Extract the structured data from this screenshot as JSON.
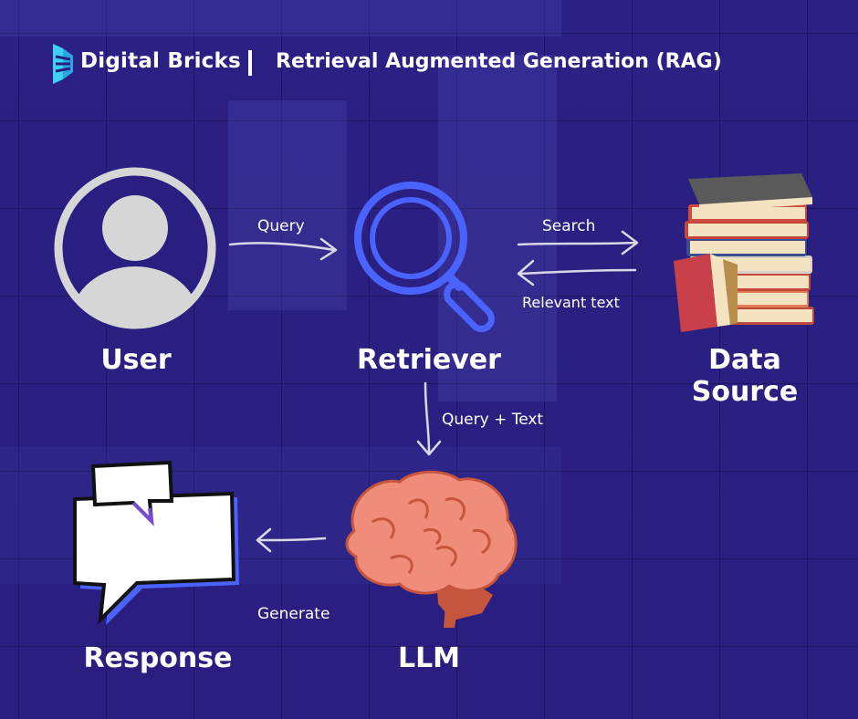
{
  "header": {
    "brand": "Digital Bricks",
    "title": "Retrieval Augmented Generation (RAG)"
  },
  "nodes": {
    "user": "User",
    "retriever": "Retriever",
    "data_source": "Data Source",
    "llm": "LLM",
    "response": "Response"
  },
  "edges": {
    "query": "Query",
    "search": "Search",
    "relevant_text": "Relevant text",
    "query_text": "Query + Text",
    "generate": "Generate"
  },
  "colors": {
    "background": "#2a1f80",
    "accent_blue": "#4a63ff",
    "logo_cyan": "#3fd0f5",
    "arrow": "#d9d9e6",
    "user_icon": "#d6d6d6"
  }
}
